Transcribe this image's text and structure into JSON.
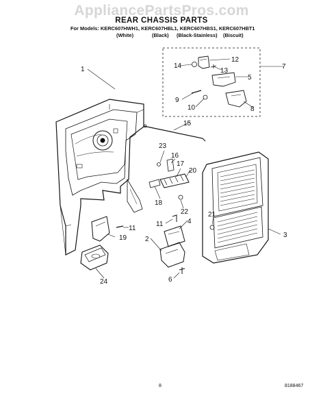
{
  "watermark": "AppliancePartsPros.com",
  "title": "REAR CHASSIS PARTS",
  "models_line": "For Models: KERC607HWH1, KERC607HBL1, KERC607HBS1, KERC607HBT1",
  "colors": [
    "(White)",
    "(Black)",
    "(Black-Stainless)",
    "(Biscuit)"
  ],
  "callouts": [
    "1",
    "2",
    "3",
    "4",
    "5",
    "6",
    "7",
    "8",
    "9",
    "10",
    "11",
    "12",
    "13",
    "14",
    "15",
    "16",
    "17",
    "18",
    "19",
    "20",
    "21",
    "22",
    "23",
    "24"
  ],
  "page_number": "8",
  "document_number": "8188467"
}
